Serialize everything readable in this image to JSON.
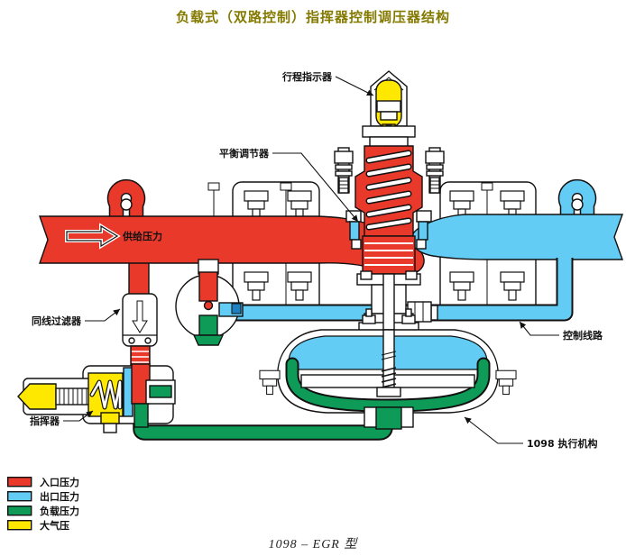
{
  "title": "负载式（双路控制）指挥器控制调压器结构",
  "caption": "1098 – EGR 型",
  "colors": {
    "inlet": "#e8392b",
    "outlet": "#63ccf5",
    "loading": "#0d9b57",
    "atmos": "#ffe800",
    "titlecol": "#847a00",
    "ink": "#111111"
  },
  "labels": {
    "travel_indicator": "行程指示器",
    "balance_regulator": "平衡调节器",
    "supply_pressure": "供给压力",
    "inline_filter": "同线过滤器",
    "control_line": "控制线路",
    "pilot": "指挥器",
    "actuator_1098": "1098 执行机构"
  },
  "legend": {
    "items": [
      {
        "label": "入口压力",
        "color": "#e8392b"
      },
      {
        "label": "出口压力",
        "color": "#63ccf5"
      },
      {
        "label": "负载压力",
        "color": "#0d9b57"
      },
      {
        "label": "大气压",
        "color": "#ffe800"
      }
    ]
  }
}
